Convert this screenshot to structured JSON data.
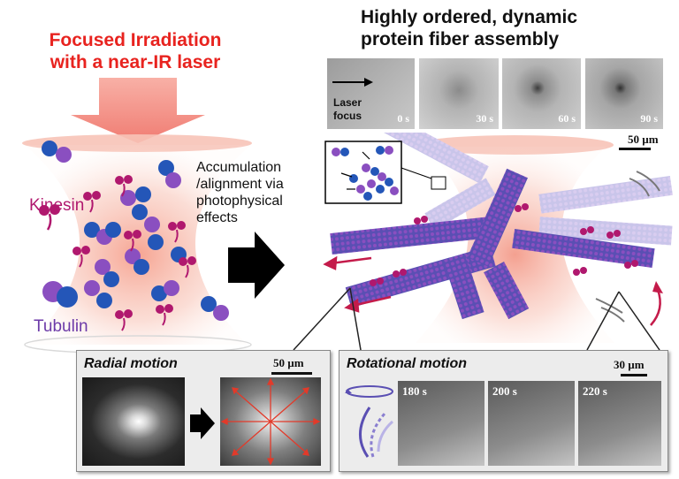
{
  "left": {
    "title_line1": "Focused Irradiation",
    "title_line2": "with a near-IR laser",
    "kinesin_label": "Kinesin",
    "tubulin_label": "Tubulin"
  },
  "middle": {
    "line1": "Accumulation",
    "line2": "/alignment via",
    "line3": "photophysical",
    "line4": "effects"
  },
  "right": {
    "title_line1": "Highly ordered, dynamic",
    "title_line2": "protein fiber assembly",
    "frames": [
      {
        "time": "0 s",
        "note_line1": "Laser",
        "note_line2": "focus"
      },
      {
        "time": "30 s"
      },
      {
        "time": "60 s"
      },
      {
        "time": "90 s"
      }
    ],
    "scale": "50 µm"
  },
  "radial_panel": {
    "title": "Radial motion",
    "scale": "50 µm"
  },
  "rotational_panel": {
    "title": "Rotational motion",
    "scale": "30 µm",
    "frames": [
      "180 s",
      "200 s",
      "220 s"
    ]
  },
  "colors": {
    "red_title": "#e8231f",
    "kinesin": "#b0186e",
    "tubulin_purple": "#8a4fc0",
    "tubulin_blue": "#2456b8",
    "laser": "#f08a7c"
  }
}
